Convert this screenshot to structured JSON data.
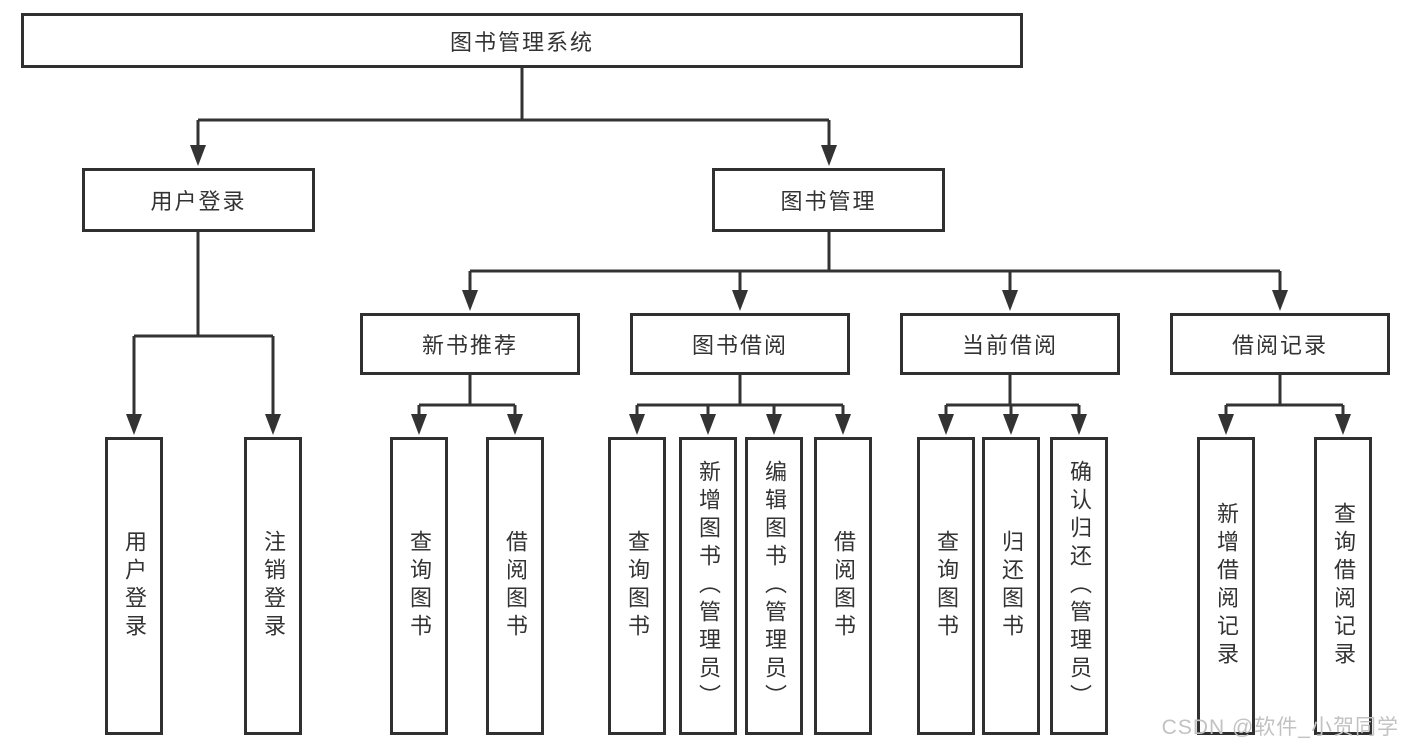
{
  "diagram": {
    "root": {
      "label": "图书管理系统"
    },
    "login": {
      "label": "用户登录",
      "children": [
        "用户登录",
        "注销登录"
      ]
    },
    "management": {
      "label": "图书管理"
    },
    "modules": [
      {
        "label": "新书推荐",
        "children": [
          "查询图书",
          "借阅图书"
        ]
      },
      {
        "label": "图书借阅",
        "children": [
          "查询图书",
          "新增图书（管理员）",
          "编辑图书（管理员）",
          "借阅图书"
        ]
      },
      {
        "label": "当前借阅",
        "children": [
          "查询图书",
          "归还图书",
          "确认归还（管理员）"
        ]
      },
      {
        "label": "借阅记录",
        "children": [
          "新增借阅记录",
          "查询借阅记录"
        ]
      }
    ]
  },
  "watermark": {
    "text": "CSDN @软件_小贺同学"
  },
  "colors": {
    "line": "#333333",
    "border": "#303030",
    "text": "#333333",
    "watermark": "#c2c2c2",
    "background": "#ffffff"
  }
}
